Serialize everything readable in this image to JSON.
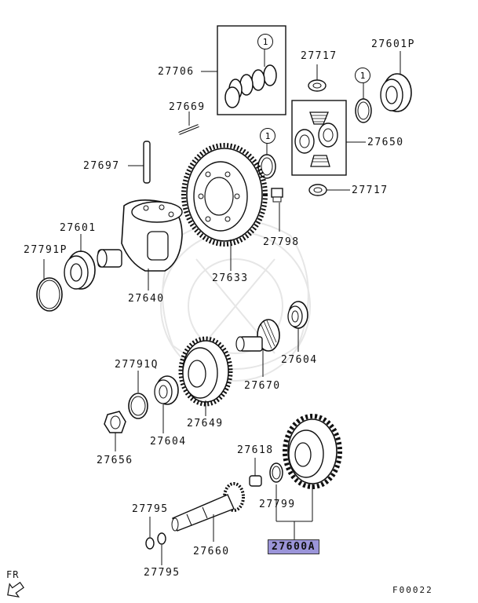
{
  "diagram": {
    "figure_code": "F00022",
    "direction_label": "FR",
    "ref_marker": "1",
    "highlight_color": "#9b95d9",
    "parts": {
      "p27706": "27706",
      "p27717a": "27717",
      "p27601P": "27601P",
      "p27669": "27669",
      "p27650": "27650",
      "p27697": "27697",
      "p27717b": "27717",
      "p27601": "27601",
      "p27798": "27798",
      "p27791P": "27791P",
      "p27633": "27633",
      "p27640": "27640",
      "p27604a": "27604",
      "p27791Q": "27791Q",
      "p27670": "27670",
      "p27649": "27649",
      "p27604b": "27604",
      "p27656": "27656",
      "p27618": "27618",
      "p27799": "27799",
      "p27795a": "27795",
      "p27660": "27660",
      "p27600A": "27600A",
      "p27795b": "27795"
    }
  }
}
